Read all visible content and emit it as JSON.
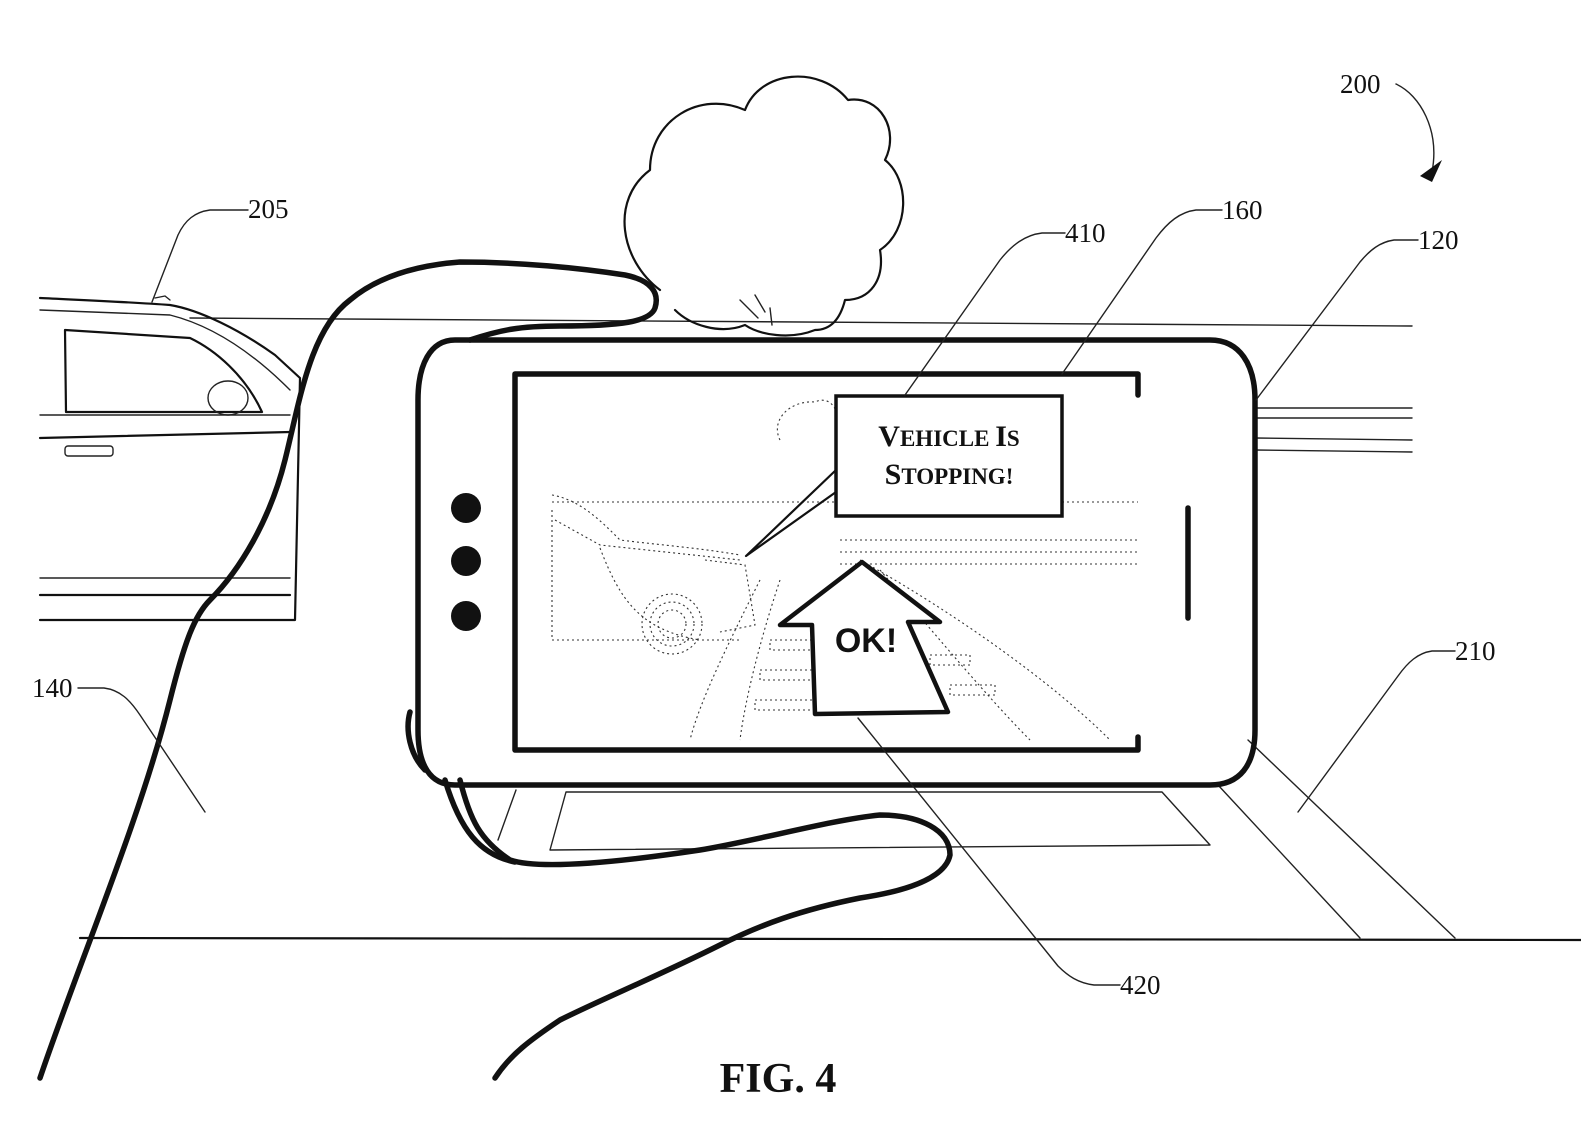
{
  "figure": {
    "caption": "FIG. 4",
    "reference_numerals": {
      "system": "200",
      "vehicle": "205",
      "display_overlay": "410",
      "screen": "160",
      "device": "120",
      "user": "140",
      "crosswalk": "210",
      "arrow_indicator": "420"
    },
    "speech_bubble": {
      "line1_initial": "V",
      "line1_rest": "EHICLE ",
      "line1_initial2": "I",
      "line1_rest2": "S",
      "line2_initial": "S",
      "line2_rest": "TOPPING!"
    },
    "arrow_label": "OK!"
  }
}
